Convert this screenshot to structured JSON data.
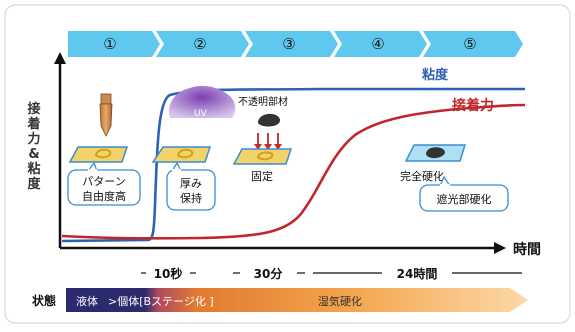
{
  "steps": [
    "①",
    "②",
    "③",
    "④",
    "⑤"
  ],
  "y_axis_label": [
    "接",
    "着",
    "力",
    "&",
    "粘",
    "度"
  ],
  "x_axis_label": "時間",
  "curve_labels": {
    "viscosity": "粘度",
    "adhesion": "接着力"
  },
  "stage_labels": {
    "uv": "UV",
    "opaque_member": "不透明部材",
    "fixed": "固定",
    "fully_cured": "完全硬化"
  },
  "callouts": {
    "pattern": [
      "パターン",
      "自由度高"
    ],
    "thickness": [
      "厚み",
      "保持"
    ],
    "shade": "遮光部硬化"
  },
  "intervals": {
    "a": "10秒",
    "b": "30分",
    "c": "24時間"
  },
  "state_bar": {
    "label": "状態",
    "liquid": "液体",
    "solid": ">個体[Bステージ化 ]",
    "moisture": "湿気硬化"
  },
  "colors": {
    "step_arrow": "#5ec8ee",
    "viscosity_curve": "#2d62b3",
    "adhesion_curve": "#c0272d",
    "pad": "#f2d26a",
    "pad_border": "#3b8dd1",
    "uv_cloud": "#8a5ab8",
    "bar_dark": "#2a2a6e",
    "bar_orange": "#f28c1e"
  }
}
